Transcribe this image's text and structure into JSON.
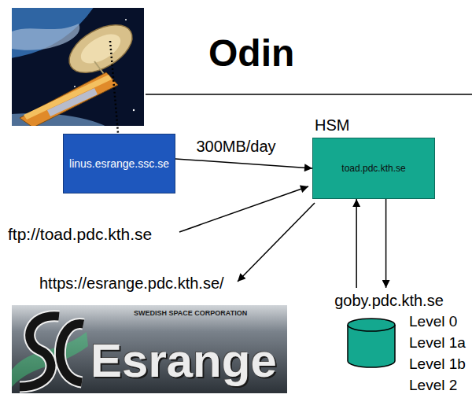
{
  "diagram": {
    "title": "Odin",
    "nodes": [
      {
        "text": [
          "linus.esrange.ssc.se"
        ]
      },
      {
        "text": [
          "toad.pdc.kth.se"
        ]
      },
      {
        "text": [
          "goby.pdc.kth.se"
        ]
      }
    ],
    "edges": [
      {
        "from": 0,
        "to": 1,
        "label": "300MB/day",
        "arrow": "to"
      },
      {
        "from": 2,
        "to": 1,
        "arrow": "to"
      },
      {
        "from": 1,
        "to": 2,
        "arrow": "to"
      }
    ],
    "labels": [
      "HSM",
      "ftp://toad.pdc.kth.se",
      "https://esrange.pdc.kth.se/",
      "SWEDISH SPACE CORPORATION",
      "Esrange",
      "Level 0",
      "Level 1a",
      "Level 1b",
      "Level 2"
    ]
  }
}
